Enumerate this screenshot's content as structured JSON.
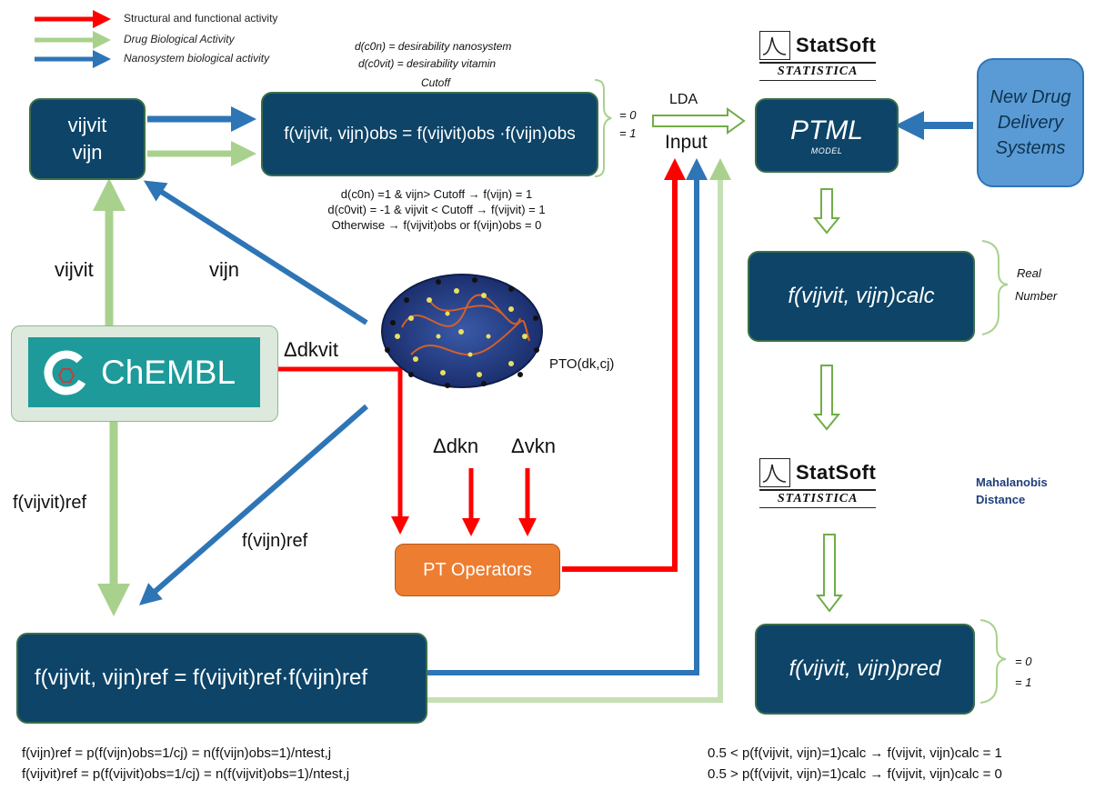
{
  "legend": {
    "items": [
      {
        "label": "Structural and functional activity",
        "color": "#ff0000",
        "italic": false
      },
      {
        "label": "Drug Biological Activity",
        "color": "#a9d18e",
        "italic": true
      },
      {
        "label": "Nanosystem biological activity",
        "color": "#2e75b6",
        "italic": true
      }
    ]
  },
  "notes": {
    "desirability_nano": "d(c0n) = desirability nanosystem",
    "desirability_vit": "d(c0vit) = desirability vitamin",
    "cutoff": "Cutoff"
  },
  "boxes": {
    "v_pair": {
      "line1": "vijvit",
      "line2": "vijn"
    },
    "obs_formula": "f(vijvit, vijn)obs = f(vijvit)obs ·f(vijn)obs",
    "ptml": {
      "title": "PTML",
      "subtitle": "MODEL"
    },
    "new_drug": {
      "text": "New Drug Delivery Systems"
    },
    "calc": "f(vijvit, vijn)calc",
    "pred": "f(vijvit, vijn)pred",
    "ref_formula": "f(vijvit, vijn)ref = f(vijvit)ref·f(vijn)ref",
    "pt_operators": "PT Operators",
    "chembl": "ChEMBL"
  },
  "obs_outputs": {
    "zero": "= 0",
    "one": "= 1"
  },
  "pred_outputs": {
    "zero": "= 0",
    "one": "= 1"
  },
  "real_number": {
    "line1": "Real",
    "line2": "Number"
  },
  "lda": "LDA",
  "input": "Input",
  "conditions": [
    "d(c0n) =1 & vijn> Cutoff → f(vijn) = 1",
    "d(c0vit) = -1 & vijvit < Cutoff → f(vijvit) = 1",
    "Otherwise → f(vijvit)obs or f(vijn)obs = 0"
  ],
  "arrow_labels": {
    "vijvit": "vijvit",
    "vijn": "vijn",
    "delta_dkvit": "Δdkvit",
    "pto": "PTO(dk,cj)",
    "delta_dkn": "Δdkn",
    "delta_vkn": "Δvkn",
    "fvijvit_ref": "f(vijvit)ref",
    "fvijn_ref": "f(vijn)ref"
  },
  "statistica": {
    "brand": "StatSoft",
    "product": "STATISTICA"
  },
  "mahalanobis": {
    "line1": "Mahalanobis",
    "line2": "Distance"
  },
  "bottom_left": [
    "f(vijn)ref = p(f(vijn)obs=1/cj) = n(f(vijn)obs=1)/ntest,j",
    "f(vijvit)ref = p(f(vijvit)obs=1/cj) = n(f(vijvit)obs=1)/ntest,j"
  ],
  "bottom_right": [
    "0.5 < p(f(vijvit, vijn)=1)calc → f(vijvit, vijn)calc = 1",
    "0.5 > p(f(vijvit, vijn)=1)calc → f(vijvit, vijn)calc = 0"
  ],
  "colors": {
    "red": "#ff0000",
    "green": "#a9d18e",
    "blue": "#2e75b6",
    "navy": "#0d4468",
    "orange": "#ed7d31",
    "chembl": "#1e9a9a"
  }
}
